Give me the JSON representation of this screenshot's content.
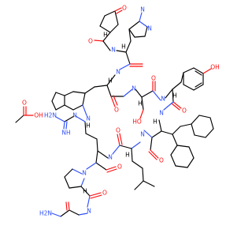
{
  "molecule": {
    "atoms": {
      "pyro_o": "O",
      "pyro_h": "H",
      "pyro_n": "N",
      "his_o": "O",
      "imid_n1": "N",
      "imid_n2": "N",
      "his_h": "H",
      "his_n": "N",
      "trp_indole_n": "N",
      "trp_indole_h": "H",
      "trp_h": "H",
      "trp_n": "N",
      "trp_o": "O",
      "ser_o": "O",
      "ser_oh": "HO",
      "ser_h": "H",
      "ser_n": "N",
      "tyr_oh": "OH",
      "tyr_h": "H",
      "tyr_n": "N",
      "tyr_o": "O",
      "cha_h": "H",
      "cha_n": "N",
      "cha_o": "O",
      "arg_nh2": "H2N",
      "arg_nh": "NH",
      "arg_n": "N",
      "leu_h": "H",
      "leu_n": "N",
      "leu_o": "O",
      "pro_n": "N",
      "pro_o": "O",
      "pro_h": "H",
      "pro_n2": "N",
      "gly_nh2": "H2N",
      "gly_o": "O",
      "acetic_o": "O",
      "acetic_oh": "OH"
    },
    "colors": {
      "carbon": "#000000",
      "oxygen": "#ff0d0d",
      "nitrogen": "#3050f8"
    }
  }
}
